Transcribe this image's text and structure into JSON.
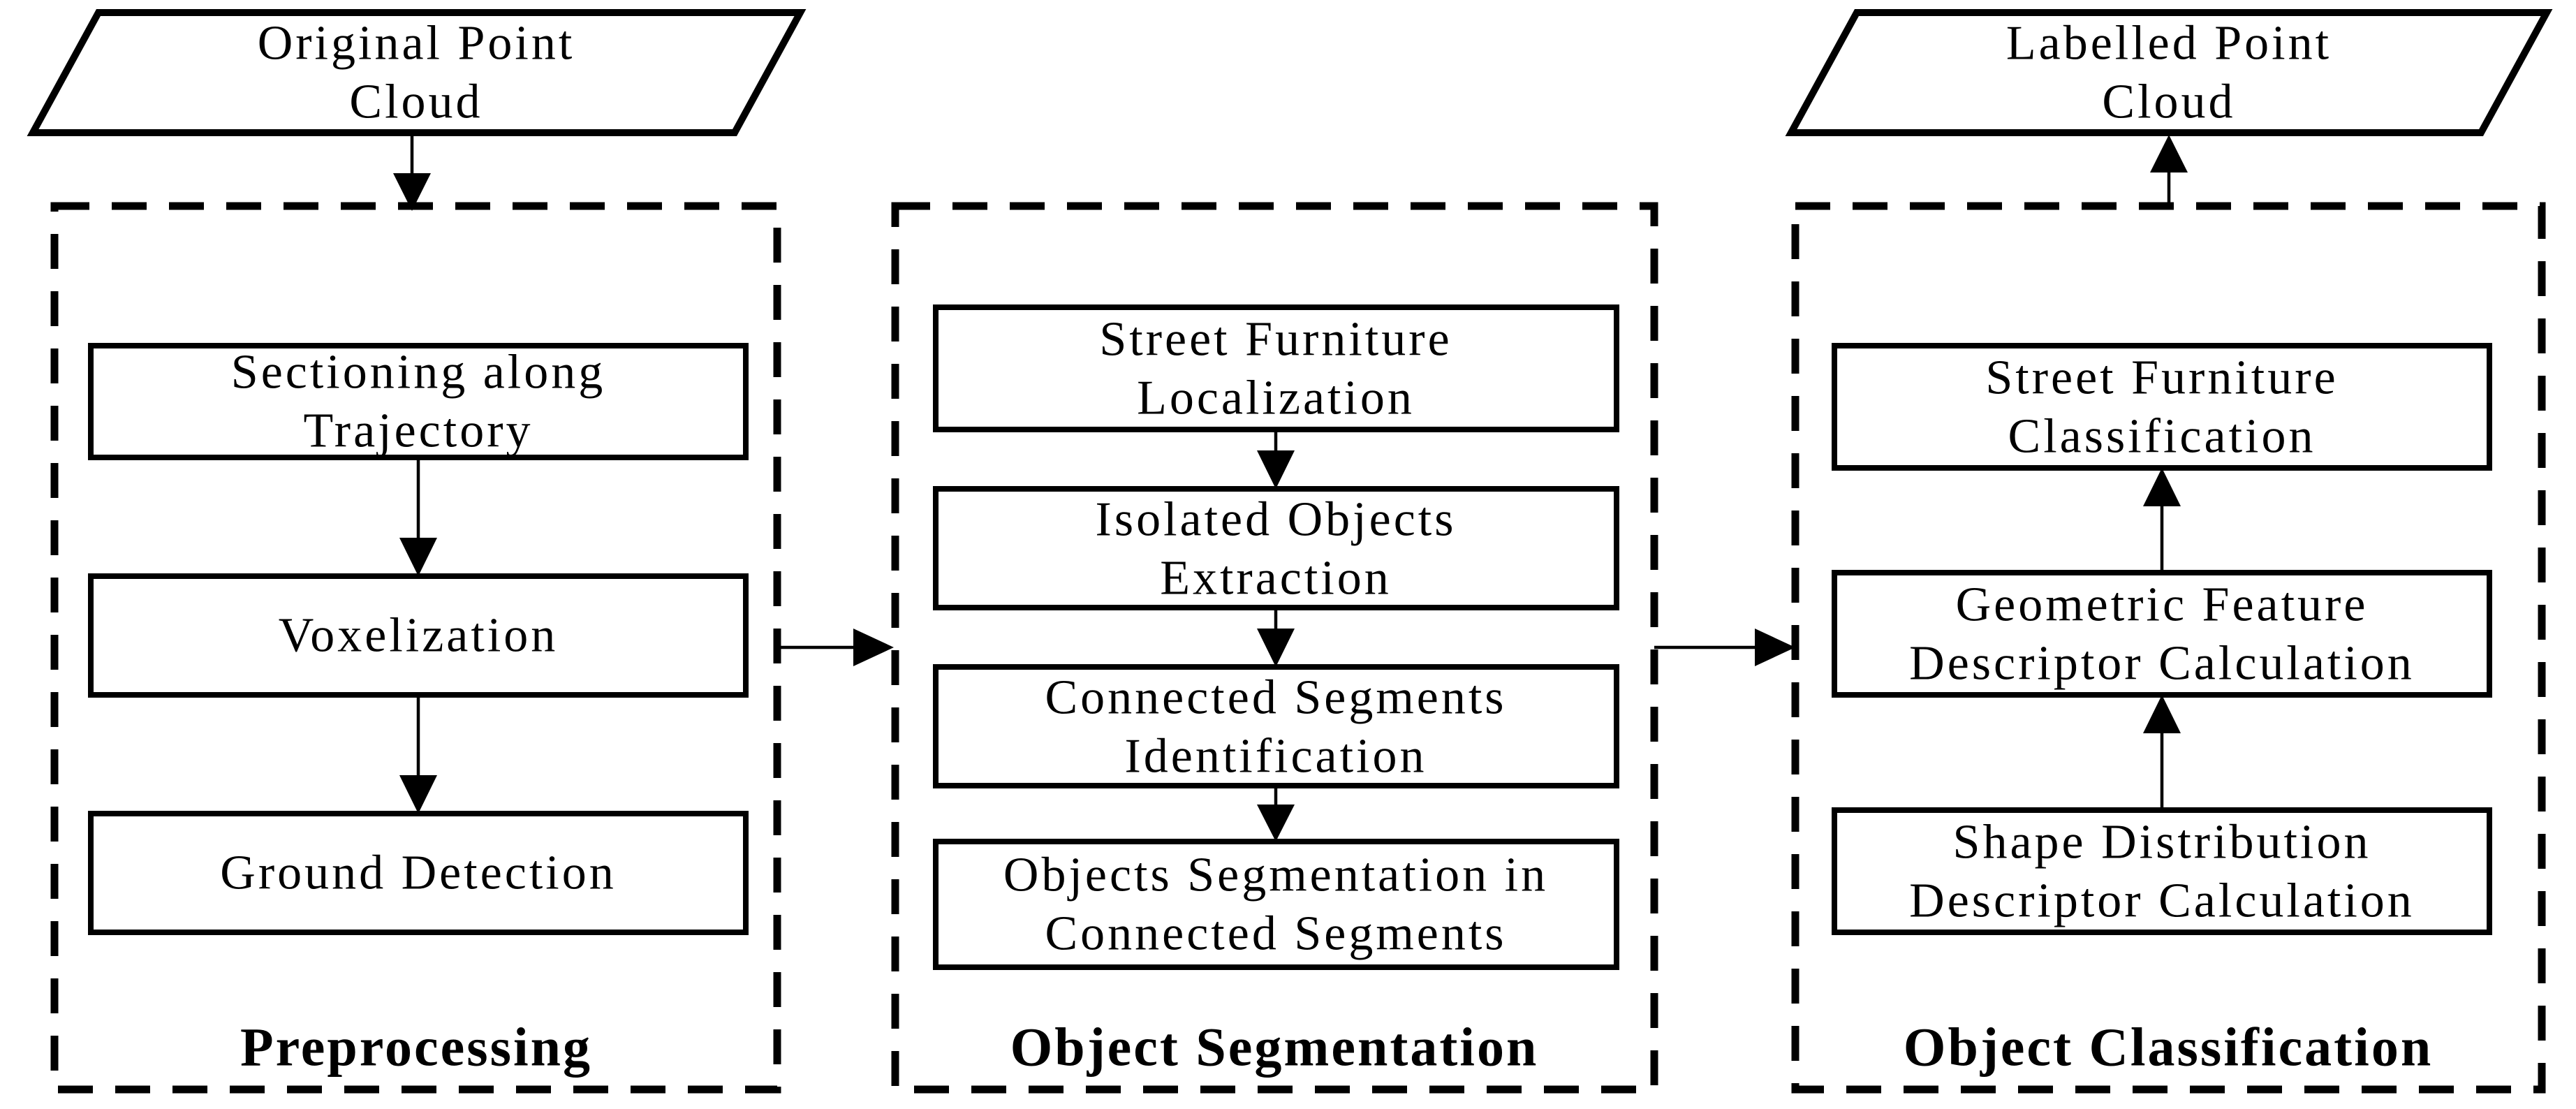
{
  "figure": {
    "background_color": "#ffffff",
    "line_color": "#000000",
    "input_node": {
      "lines": [
        "Original Point",
        "Cloud"
      ]
    },
    "output_node": {
      "lines": [
        "Labelled Point",
        "Cloud"
      ]
    },
    "sections": [
      {
        "title": "Preprocessing",
        "steps": [
          {
            "lines": [
              "Sectioning along",
              "Trajectory"
            ]
          },
          {
            "lines": [
              "Voxelization"
            ]
          },
          {
            "lines": [
              "Ground Detection"
            ]
          }
        ]
      },
      {
        "title": "Object Segmentation",
        "steps": [
          {
            "lines": [
              "Street Furniture",
              "Localization"
            ]
          },
          {
            "lines": [
              "Isolated Objects",
              "Extraction"
            ]
          },
          {
            "lines": [
              "Connected Segments",
              "Identification"
            ]
          },
          {
            "lines": [
              "Objects Segmentation in",
              "Connected Segments"
            ]
          }
        ]
      },
      {
        "title": "Object Classification",
        "steps": [
          {
            "lines": [
              "Street Furniture",
              "Classification"
            ]
          },
          {
            "lines": [
              "Geometric Feature",
              "Descriptor Calculation"
            ]
          },
          {
            "lines": [
              "Shape Distribution",
              "Descriptor Calculation"
            ]
          }
        ]
      }
    ]
  }
}
